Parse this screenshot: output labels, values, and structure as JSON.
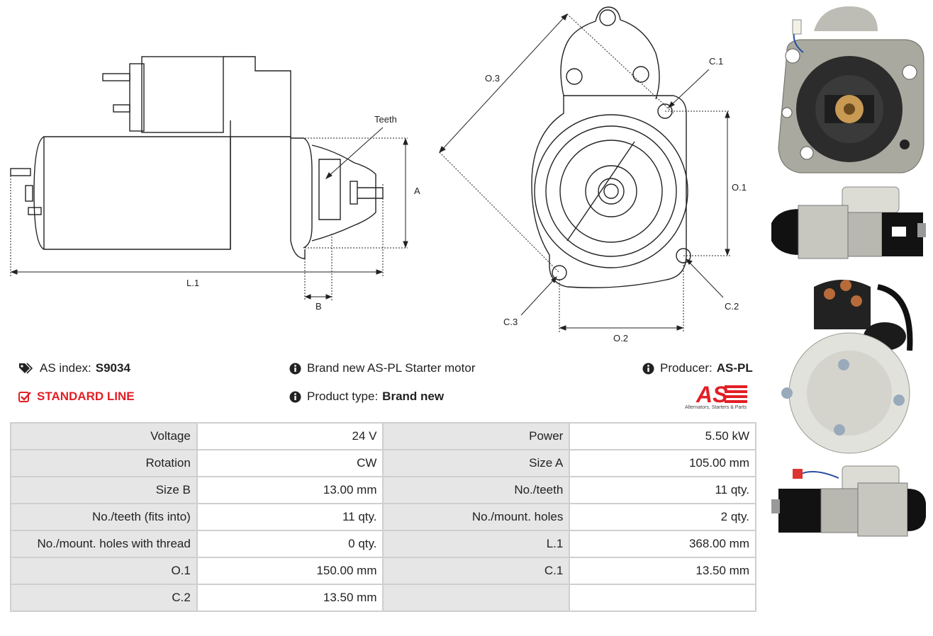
{
  "drawing": {
    "labels": {
      "teeth": "Teeth",
      "a": "A",
      "b": "B",
      "l1": "L.1",
      "o1": "O.1",
      "o2": "O.2",
      "o3": "O.3",
      "c1": "C.1",
      "c2": "C.2",
      "c3": "C.3"
    }
  },
  "info": {
    "as_index_label": "AS index:",
    "as_index_value": "S9034",
    "line": "STANDARD LINE",
    "description": "Brand new AS-PL Starter motor",
    "product_type_label": "Product type:",
    "product_type_value": "Brand new",
    "producer_label": "Producer:",
    "producer_value": "AS-PL"
  },
  "logo": {
    "mark": "AS",
    "tagline": "Alternators, Starters & Parts",
    "color": "#e21f26"
  },
  "specs": [
    [
      "Voltage",
      "24 V",
      "Power",
      "5.50 kW"
    ],
    [
      "Rotation",
      "CW",
      "Size A",
      "105.00 mm"
    ],
    [
      "Size B",
      "13.00 mm",
      "No./teeth",
      "11 qty."
    ],
    [
      "No./teeth (fits into)",
      "11 qty.",
      "No./mount. holes",
      "2 qty."
    ],
    [
      "No./mount. holes with thread",
      "0 qty.",
      "L.1",
      "368.00 mm"
    ],
    [
      "O.1",
      "150.00 mm",
      "C.1",
      "13.50 mm"
    ],
    [
      "C.2",
      "13.50 mm",
      "",
      ""
    ]
  ]
}
